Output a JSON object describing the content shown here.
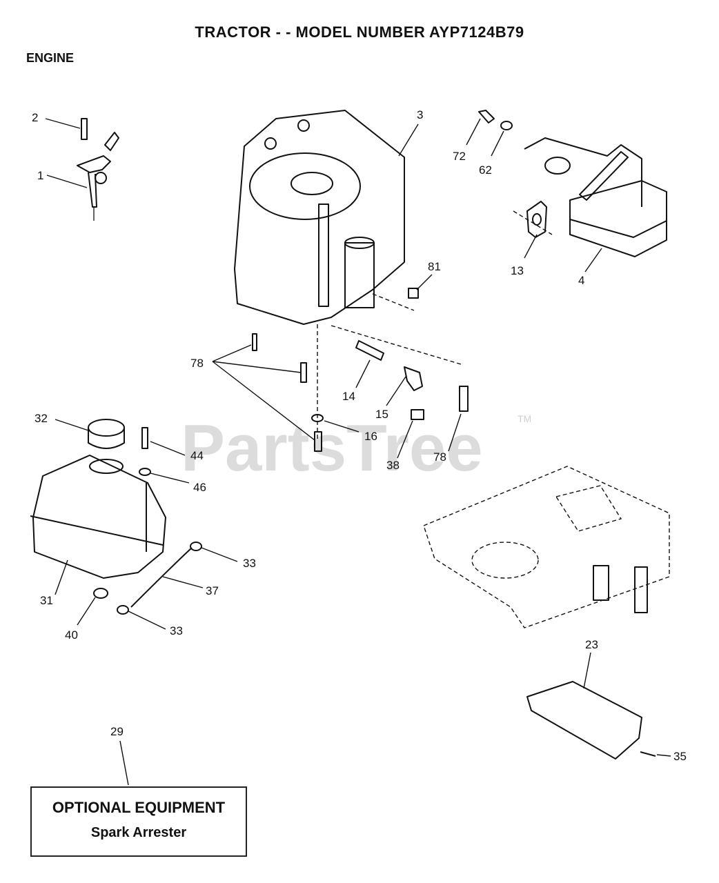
{
  "header": {
    "title": "TRACTOR - - MODEL NUMBER AYP7124B79",
    "section": "ENGINE"
  },
  "watermark": {
    "text": "PartsTree",
    "trademark": "TM"
  },
  "callouts": [
    "2",
    "1",
    "3",
    "72",
    "62",
    "13",
    "4",
    "81",
    "78",
    "14",
    "15",
    "16",
    "38",
    "78",
    "32",
    "44",
    "46",
    "33",
    "37",
    "31",
    "40",
    "33",
    "23",
    "35",
    "29"
  ],
  "optional_box": {
    "heading": "OPTIONAL EQUIPMENT",
    "item": "Spark Arrester"
  }
}
